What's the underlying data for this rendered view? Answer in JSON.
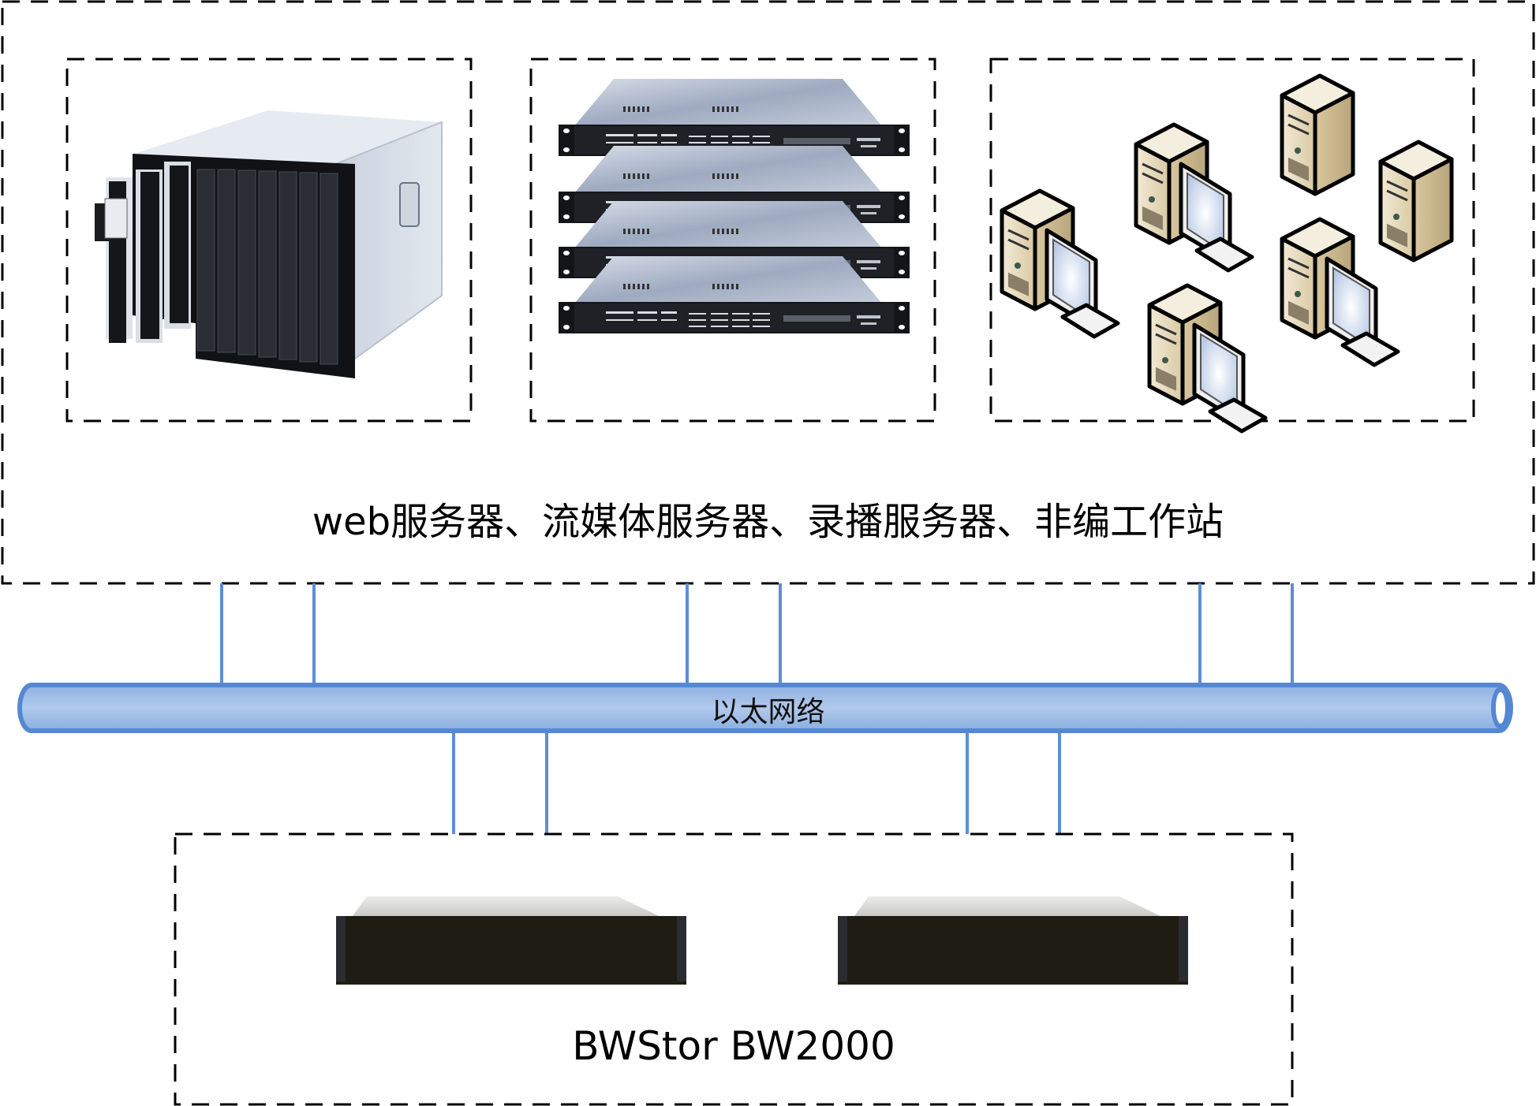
{
  "diagram": {
    "title_caption": "web服务器、流媒体服务器、录播服务器、非编工作站",
    "network_label": "以太网络",
    "storage_label": "BWStor BW2000",
    "groups": [
      {
        "name": "blade-server-group",
        "icon": "blade-server-chassis-icon"
      },
      {
        "name": "rack-server-group",
        "icon": "rack-server-stack-icon",
        "unit_count": 4
      },
      {
        "name": "workstation-group",
        "icon": "workstation-cluster-icon",
        "workstations_with_monitor": 4,
        "towers_only": 2
      }
    ],
    "storage_units": [
      {
        "name": "storage-unit-1",
        "icon": "storage-array-icon"
      },
      {
        "name": "storage-unit-2",
        "icon": "storage-array-icon"
      }
    ],
    "connections": {
      "upper_links": 6,
      "lower_links": 4
    },
    "colors": {
      "pipe_fill": "#a9c3e8",
      "pipe_stroke": "#5588d3",
      "link": "#5b8fd6",
      "dash": "#000000",
      "workstation_beige": "#e8dcc0"
    }
  }
}
